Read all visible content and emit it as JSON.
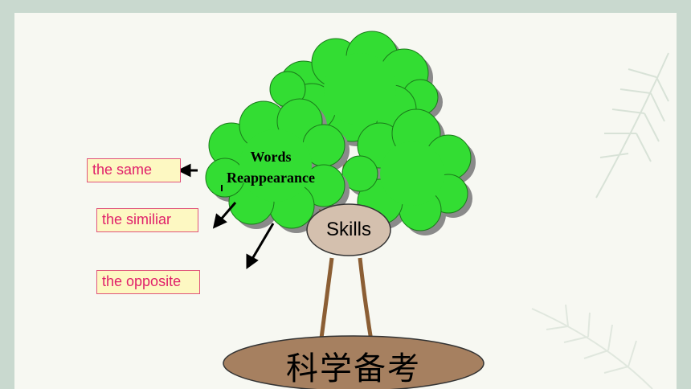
{
  "labels": {
    "same": "the same",
    "similiar": "the similiar",
    "opposite": "the opposite"
  },
  "tree": {
    "left_crown_line1": "Words",
    "left_crown_line2": "Reappearance",
    "knot": "Skills",
    "base": "科学备考"
  },
  "colors": {
    "leaf": "#33dd33",
    "leaf_shadow": "#8a8a8a",
    "trunk": "#8b5e34",
    "knot_fill": "#d4c0ae",
    "base_fill": "#a68060",
    "label_bg": "#fdf8c2",
    "label_text": "#e0206a"
  }
}
